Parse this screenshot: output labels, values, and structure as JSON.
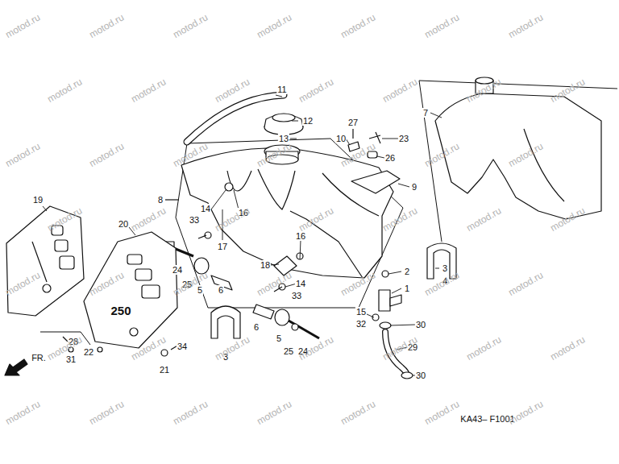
{
  "diagram": {
    "labels": [
      "11",
      "12",
      "13",
      "27",
      "10",
      "23",
      "26",
      "7",
      "9",
      "8",
      "14",
      "16",
      "33",
      "17",
      "16",
      "18",
      "14",
      "33",
      "24",
      "25",
      "5",
      "6",
      "19",
      "20",
      "3",
      "4",
      "2",
      "1",
      "15",
      "32",
      "30",
      "29",
      "30",
      "6",
      "5",
      "25",
      "24",
      "3",
      "28",
      "31",
      "22",
      "34",
      "21",
      "FR.",
      "250",
      "KA43– F1001",
      "motod.ru",
      "motod.ru",
      "motod.ru",
      "motod.ru",
      "motod.ru",
      "motod.ru",
      "motod.ru",
      "motod.ru",
      "motod.ru",
      "motod.ru",
      "motod.ru",
      "motod.ru",
      "motod.ru",
      "motod.ru",
      "motod.ru",
      "motod.ru",
      "motod.ru",
      "motod.ru",
      "motod.ru",
      "motod.ru",
      "motod.ru",
      "motod.ru",
      "motod.ru",
      "motod.ru",
      "motod.ru",
      "motod.ru",
      "motod.ru",
      "motod.ru",
      "motod.ru",
      "motod.ru",
      "motod.ru",
      "motod.ru",
      "motod.ru",
      "motod.ru",
      "motod.ru",
      "motod.ru",
      "motod.ru",
      "motod.ru",
      "motod.ru",
      "motod.ru",
      "motod.ru",
      "motod.ru",
      "motod.ru",
      "motod.ru",
      "motod.ru",
      "motod.ru",
      "motod.ru",
      "motod.ru",
      "motod.ru"
    ]
  }
}
